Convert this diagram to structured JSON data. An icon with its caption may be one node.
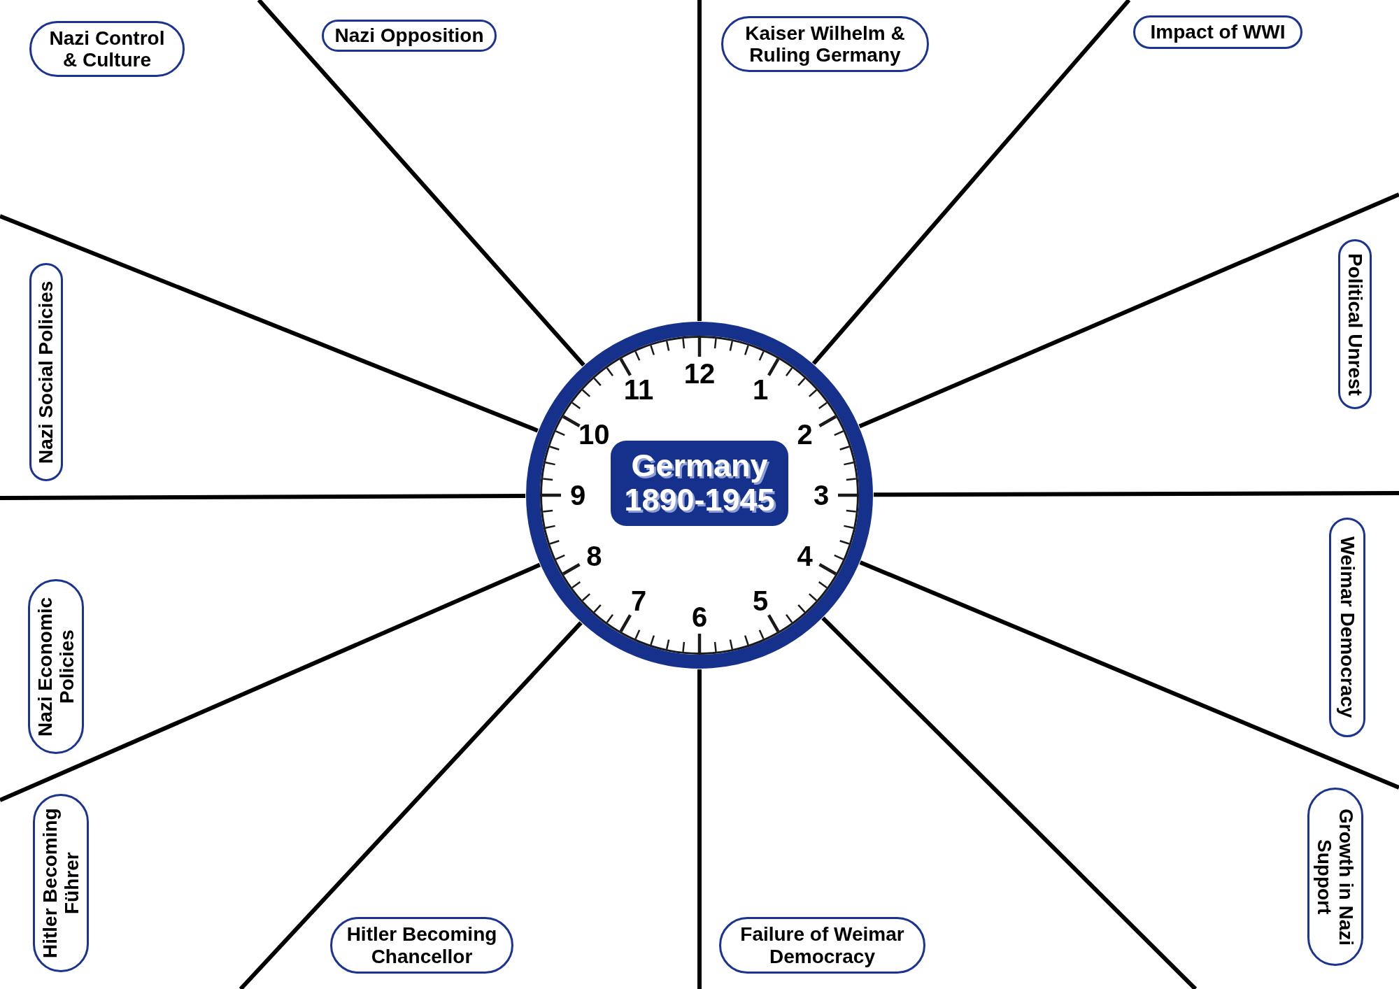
{
  "diagram": {
    "nodes": [
      {
        "text": [
          "Nazi Control & Culture"
        ]
      },
      {
        "text": [
          "Nazi Opposition"
        ]
      },
      {
        "text": [
          "Kaiser Wilhelm & Ruling Germany"
        ]
      },
      {
        "text": [
          "Impact of WWI"
        ]
      },
      {
        "text": [
          "Nazi Social Policies"
        ]
      },
      {
        "text": [
          "Political Unrest"
        ]
      },
      {
        "text": [],
        "shape": "circle"
      },
      {
        "text": [
          "Germany 1890-1945"
        ],
        "in": 6
      },
      {
        "text": [
          "Nazi Economic Policies"
        ]
      },
      {
        "text": [
          "Weimar Democracy"
        ]
      },
      {
        "text": [
          "Hitler Becoming Führer"
        ]
      },
      {
        "text": [
          "Growth in Nazi Support"
        ]
      },
      {
        "text": [
          "Hitler Becoming Chancellor"
        ]
      },
      {
        "text": [
          "Failure of Weimar Democracy"
        ]
      }
    ],
    "labels": [
      "12",
      "1",
      "2",
      "3",
      "4",
      "5",
      "6",
      "7",
      "8",
      "9",
      "10",
      "11"
    ]
  }
}
